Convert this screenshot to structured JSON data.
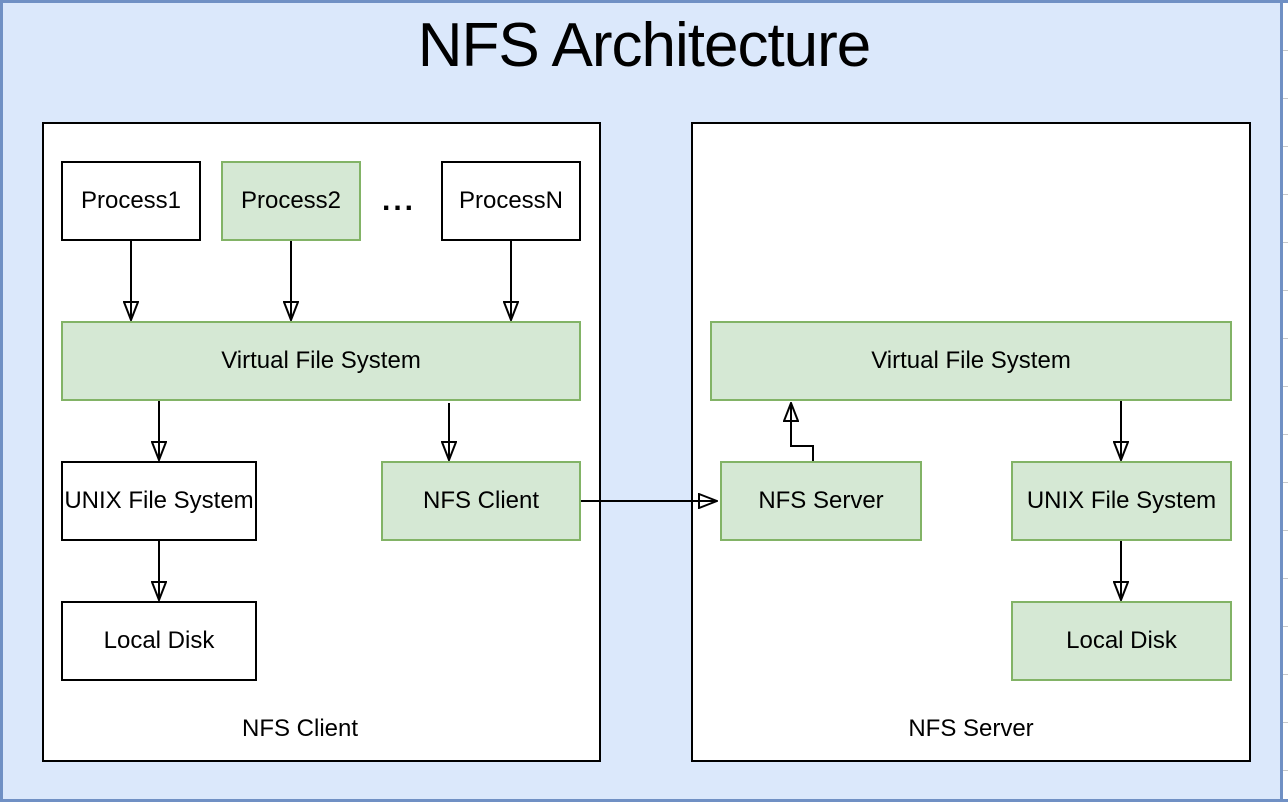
{
  "title": "NFS Architecture",
  "diagram": {
    "client": {
      "label": "NFS Client",
      "process1": "Process1",
      "process2": "Process2",
      "ellipsis": "...",
      "processN": "ProcessN",
      "vfs": "Virtual File System",
      "unix_fs": "UNIX File System",
      "nfs_client": "NFS Client",
      "local_disk": "Local Disk"
    },
    "server": {
      "label": "NFS Server",
      "vfs": "Virtual File System",
      "nfs_server": "NFS Server",
      "unix_fs": "UNIX File System",
      "local_disk": "Local Disk"
    },
    "connections": [
      {
        "from": "Process1",
        "to": "Virtual File System (client)"
      },
      {
        "from": "Process2",
        "to": "Virtual File System (client)"
      },
      {
        "from": "ProcessN",
        "to": "Virtual File System (client)"
      },
      {
        "from": "Virtual File System (client)",
        "to": "UNIX File System (client)"
      },
      {
        "from": "Virtual File System (client)",
        "to": "NFS Client"
      },
      {
        "from": "UNIX File System (client)",
        "to": "Local Disk (client)"
      },
      {
        "from": "NFS Client",
        "to": "NFS Server"
      },
      {
        "from": "NFS Server",
        "to": "Virtual File System (server)"
      },
      {
        "from": "Virtual File System (server)",
        "to": "UNIX File System (server)"
      },
      {
        "from": "UNIX File System (server)",
        "to": "Local Disk (server)"
      }
    ]
  },
  "colors": {
    "canvas": "#dbe8fb",
    "window-border": "#7090c4",
    "node-green-fill": "#d5e8d4",
    "node-green-stroke": "#82b366",
    "node-stroke": "#000000",
    "grid-line": "#c9c9c9"
  }
}
